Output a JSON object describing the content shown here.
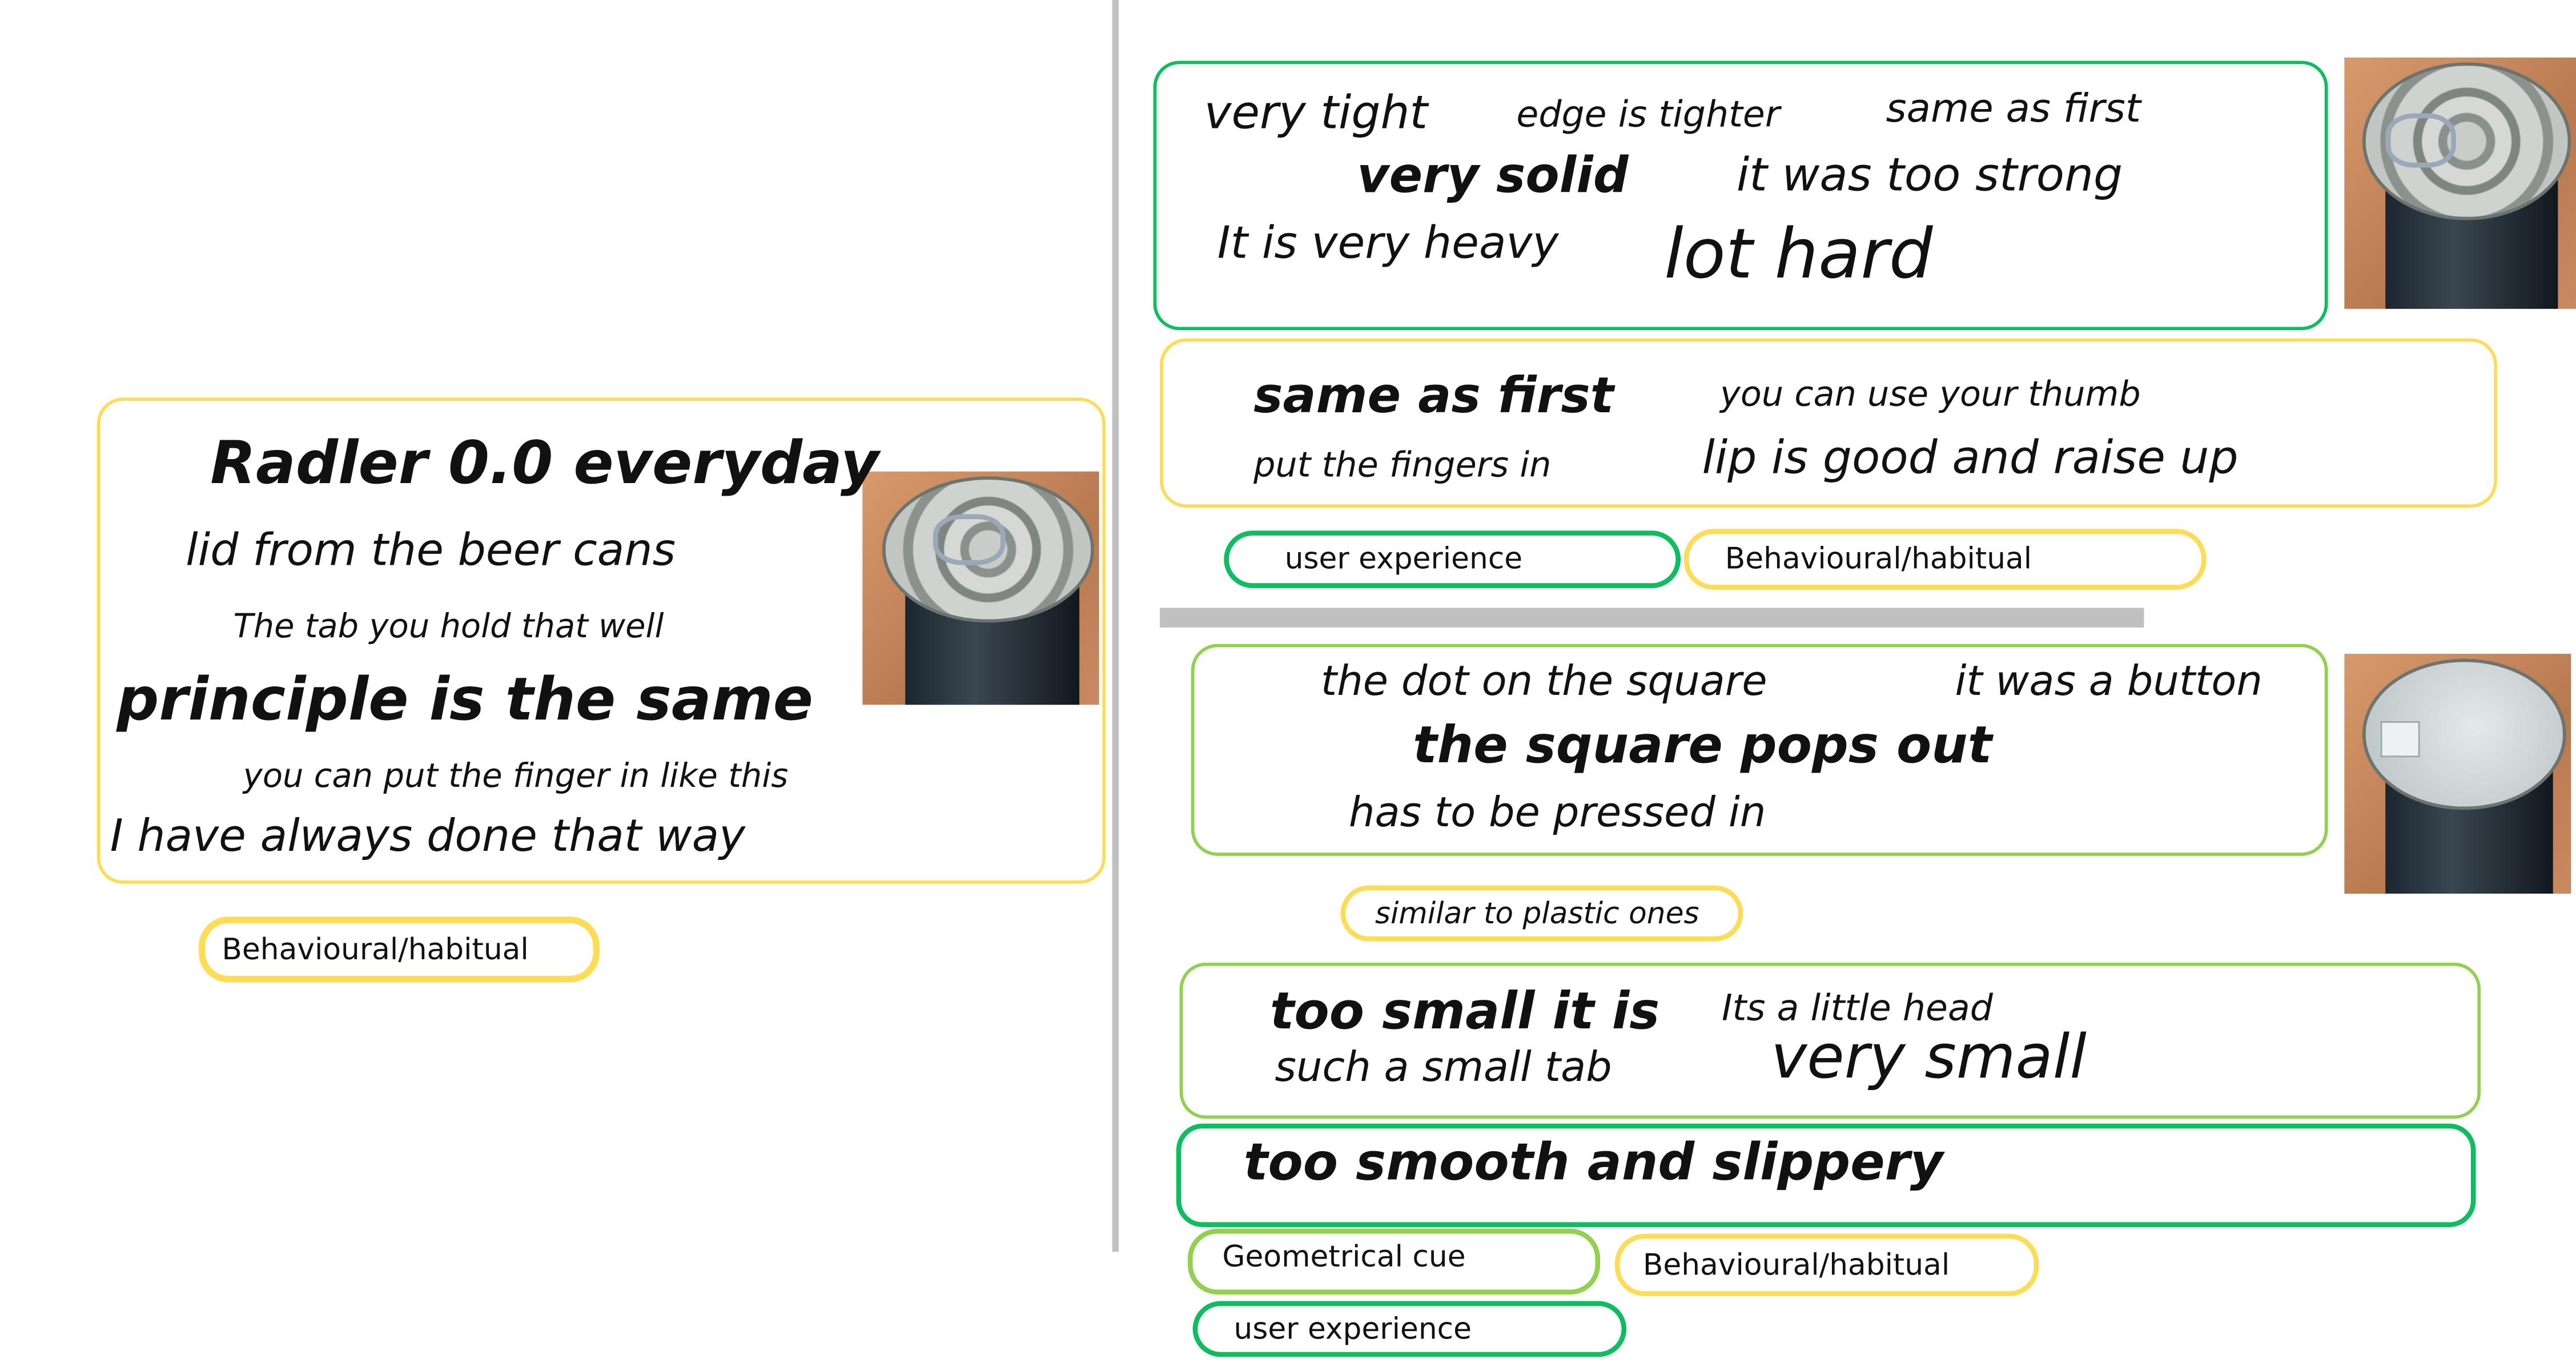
{
  "left": {
    "title": "Radler 0.0 everyday",
    "phrases": [
      "lid from the beer cans",
      "The tab you hold that well",
      "principle is the same",
      "you can put the finger in like this",
      "I have always done that way"
    ],
    "tag": "Behavioural/habitual"
  },
  "group1": {
    "phrases": [
      "very tight",
      "edge is tighter",
      "same as first",
      "very solid",
      "it was too strong",
      "It is very heavy",
      "lot hard"
    ]
  },
  "group2": {
    "phrases": [
      "same as first",
      "you can use your thumb",
      "put the fingers in",
      "lip is good and raise up"
    ],
    "tags": [
      "user experience",
      "Behavioural/habitual"
    ]
  },
  "group3": {
    "phrases": [
      "the dot on the square",
      "it was a button",
      "the square pops out",
      "has to be pressed in"
    ],
    "tag": "similar to plastic ones"
  },
  "group4": {
    "phrases": [
      "too small it is",
      "Its a little head",
      "such a small tab",
      "very small"
    ]
  },
  "group5": {
    "phrase": "too smooth and slippery",
    "tags": [
      "Geometrical cue",
      "Behavioural/habitual",
      "user experience"
    ]
  },
  "colors": {
    "green": "#0dbd5e",
    "light_green": "#92d050",
    "yellow": "#ffdc55",
    "divider": "#c0c0c0"
  }
}
